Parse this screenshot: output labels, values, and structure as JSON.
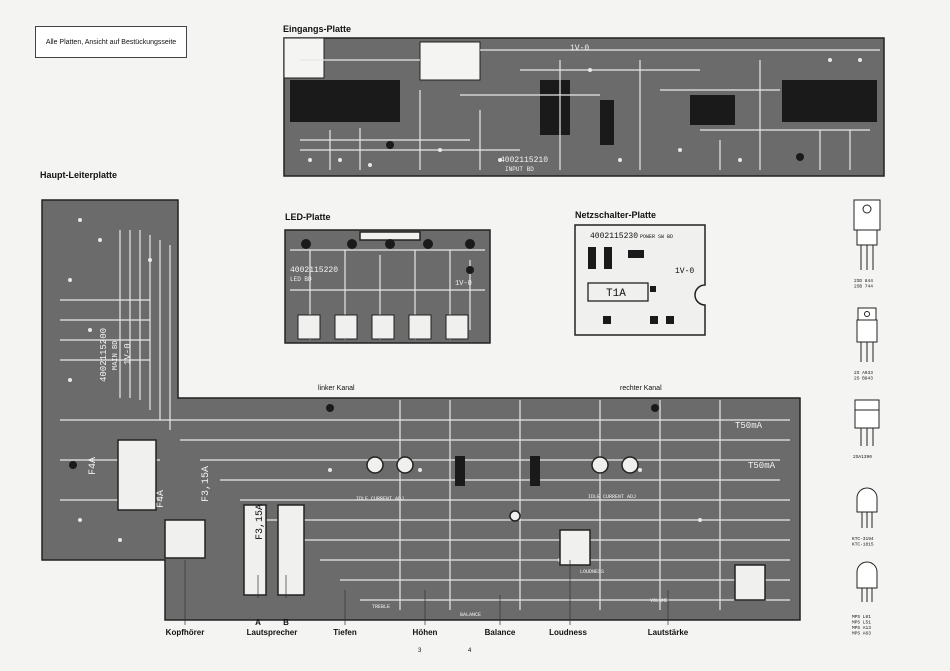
{
  "note": "Alle Platten, Ansicht auf Bestückungsseite",
  "boards": {
    "eingang": {
      "title": "Eingangs-Platte",
      "pcb_number": "4002115210",
      "pcb_name": "INPUT BD",
      "marking": "1V-0"
    },
    "haupt": {
      "title": "Haupt-Leiterplatte",
      "pcb_number": "4002115200",
      "pcb_name": "MAIN BD",
      "marking": "1V-0"
    },
    "led": {
      "title": "LED-Platte",
      "pcb_number": "4002115220",
      "pcb_name": "LED BD",
      "marking": "1V-0"
    },
    "netz": {
      "title": "Netzschalter-Platte",
      "pcb_number": "4002115230",
      "pcb_name": "POWER SW BD",
      "marking": "1V-0",
      "fuse": "T1A"
    }
  },
  "channels": {
    "left": "linker Kanal",
    "right": "rechter Kanal"
  },
  "fuses": {
    "f4a_1": "F4A",
    "f4a_2": "F4A",
    "f3_1": "F3,15A",
    "f3_2": "F3,15A",
    "t50_1": "T50mA",
    "t50_2": "T50mA"
  },
  "pcb_labels": {
    "idle1": "IDLE CURRENT ADJ",
    "idle2": "IDLE CURRENT ADJ",
    "loudness": "LOUDNESS",
    "volume": "VOLUME",
    "treble": "TREBLE",
    "balance": "BALANCE"
  },
  "captions": {
    "kopfhoerer": "Kopfhörer",
    "lautsprecher_a": "A",
    "lautsprecher_b": "B",
    "lautsprecher": "Lautsprecher",
    "tiefen": "Tiefen",
    "hoehen": "Höhen",
    "balance": "Balance",
    "loudness": "Loudness",
    "lautstaerke": "Lautstärke"
  },
  "page_numbers": {
    "left": "3",
    "right": "4"
  },
  "transistors": [
    {
      "label": "2SD 844\n2SB 744"
    },
    {
      "label": "2S A933\n2S B943"
    },
    {
      "label": "2SA1390"
    },
    {
      "label": "KTC-3194\nKTC-1815"
    },
    {
      "label": "MPS L01\nMPS L51\nMPS A13\nMPS A63"
    }
  ],
  "colors": {
    "board": "#6b6b6b",
    "copper_trace": "#e8e8e8",
    "background": "#f4f4f2"
  }
}
